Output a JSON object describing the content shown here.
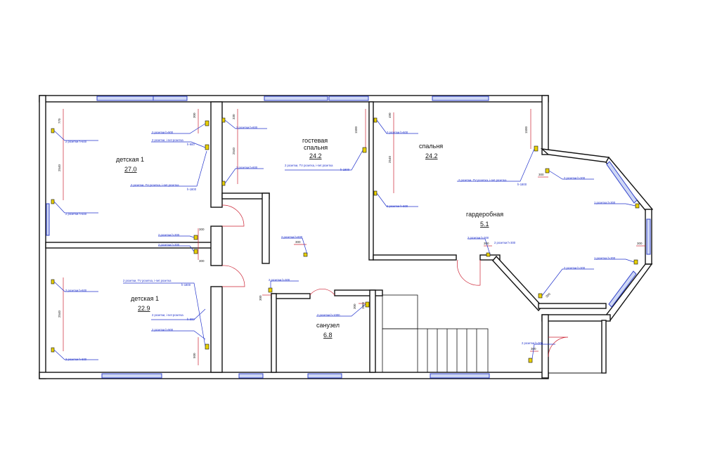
{
  "rooms": {
    "child1": {
      "name": "детская 1",
      "area": "27.0"
    },
    "child2": {
      "name": "детская 1",
      "area": "22.9"
    },
    "guest": {
      "name1": "гостевая",
      "name2": "спальня",
      "area": "24.2"
    },
    "bedroom": {
      "name": "спальня",
      "area": "24.2"
    },
    "wardrobe": {
      "name": "гардеробная",
      "area": "5.1"
    },
    "bathroom": {
      "name": "санузел",
      "area": "6.8"
    }
  },
  "notes": {
    "n1": "2 розетки h-600",
    "n2": "2 розетки h-600",
    "n3": "2 розетки h-900",
    "n4": "2 розетки, i-net розетка",
    "n4b": "h-900",
    "n5": "2 розетки, TV розетка, i-net розетка",
    "n5b": "h-1800",
    "n6": "2 розетки h-300",
    "n7": "2 розетки h-300",
    "n8": "2 розетки h-600",
    "n9": "2 розетки h-600",
    "n10": "2 розетки, TV розетка, i-net розетка",
    "n10b": "h-1800",
    "n11": "2 розетки, i-net розетка",
    "n11b": "h-900",
    "n12": "2 розетки h-900",
    "n13": "2 розетки h-600",
    "n14": "2 розетки h-600",
    "n15": "2 розетки, TV розетка, i-net розетка",
    "n15b": "h-1800",
    "n16": "2 розетки h-600",
    "n17": "2 розетки h-600",
    "n18": "2 розетки, TV розетка, i-net розетка",
    "n18b": "h-1800",
    "n19": "2 розетки h-300",
    "n20": "2 розетки h-600",
    "n21": "2 розетки h-300",
    "n22": "1 розетка h-300",
    "n23": "2 розетки h-300",
    "n24": "1 розетка h-300",
    "n25": "2 розетки h-300",
    "n26": "2 розетки h-300",
    "n27": "2 розетки h-1000",
    "n28": "2 розетки h-300"
  },
  "dims": {
    "d1": "770",
    "d2": "2540",
    "d3": "300",
    "d4": "300",
    "d5": "300",
    "d6": "2540",
    "d7": "500",
    "d8": "330",
    "d9": "2540",
    "d10": "1500",
    "d11": "2540",
    "d12": "490",
    "d13": "1500",
    "d14": "300",
    "d15": "300",
    "d16": "300",
    "d17": "300",
    "d18": "300",
    "d19": "300",
    "d20": "300",
    "d21": "1000",
    "d22": "300"
  }
}
